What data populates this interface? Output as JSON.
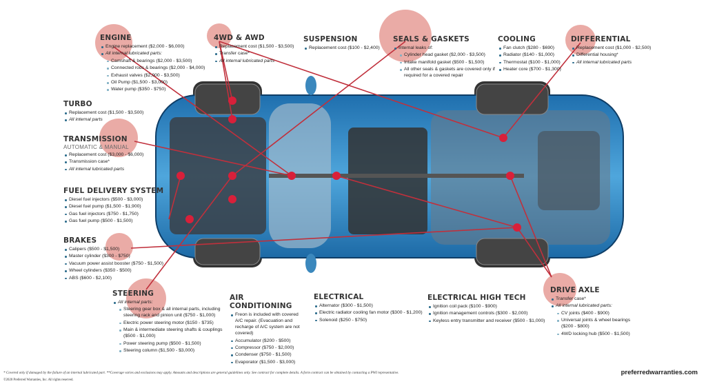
{
  "sections": {
    "engine": {
      "title": "ENGINE",
      "items": [
        {
          "text": "Engine replacement ($2,000 - $6,000)",
          "level": 1
        },
        {
          "text": "All internal lubricated parts:",
          "level": 1,
          "italic": true
        },
        {
          "text": "Camshaft & bearings ($2,000 - $3,500)",
          "level": 2
        },
        {
          "text": "Connected rods & bearings ($2,000 - $4,000)",
          "level": 2
        },
        {
          "text": "Exhaust valves ($2,000 - $3,500)",
          "level": 2
        },
        {
          "text": "Oil Pump ($1,500 - $3,000)",
          "level": 2
        },
        {
          "text": "Water pump ($350 - $750)",
          "level": 2
        }
      ]
    },
    "awd": {
      "title": "4WD & AWD",
      "items": [
        {
          "text": "Replacement cost ($1,500 - $3,500)",
          "level": 1
        },
        {
          "text": "Transfer case*",
          "level": 1
        },
        {
          "text": "All internal lubricated parts",
          "level": 1,
          "italic": true
        }
      ]
    },
    "suspension": {
      "title": "SUSPENSION",
      "items": [
        {
          "text": "Replacement cost ($100 - $2,400)",
          "level": 1
        }
      ]
    },
    "seals": {
      "title": "SEALS & GASKETS",
      "items": [
        {
          "text": "Internal leaks of:",
          "level": 1
        },
        {
          "text": "Cylinder head gasket ($2,000 - $3,500)",
          "level": 2
        },
        {
          "text": "Intake manifold gasket ($500 - $1,500)",
          "level": 2
        },
        {
          "text": "All other seals & gaskets are covered only if required for a covered repair",
          "level": 2,
          "wrap": true
        }
      ]
    },
    "cooling": {
      "title": "COOLING",
      "items": [
        {
          "text": "Fan clutch ($280 - $690)",
          "level": 1
        },
        {
          "text": "Radiator ($140 - $1,000)",
          "level": 1
        },
        {
          "text": "Thermostat ($100 - $1,000)",
          "level": 1
        },
        {
          "text": "Heater core ($700 - $1,300)",
          "level": 1
        }
      ]
    },
    "differential": {
      "title": "DIFFERENTIAL",
      "items": [
        {
          "text": "Replacement cost ($1,000 - $2,500)",
          "level": 1
        },
        {
          "text": "Differential housing*",
          "level": 1
        },
        {
          "text": "All internal lubricated parts",
          "level": 1,
          "italic": true
        }
      ]
    },
    "turbo": {
      "title": "TURBO",
      "items": [
        {
          "text": "Replacement cost ($1,500 - $3,500)",
          "level": 1
        },
        {
          "text": "All internal parts",
          "level": 1,
          "italic": true
        }
      ]
    },
    "transmission": {
      "title": "TRANSMISSION",
      "subtitle": "AUTOMATIC & MANUAL",
      "items": [
        {
          "text": "Replacement cost ($3,000 - $6,000)",
          "level": 1
        },
        {
          "text": "Transmission case*",
          "level": 1
        },
        {
          "text": "All internal lubricated parts",
          "level": 1,
          "italic": true
        }
      ]
    },
    "fuel": {
      "title": "FUEL DELIVERY SYSTEM",
      "items": [
        {
          "text": "Diesel fuel injectors ($500 - $3,000)",
          "level": 1
        },
        {
          "text": "Diesel fuel pump ($1,500 - $1,900)",
          "level": 1
        },
        {
          "text": "Gas fuel injectors ($750 - $1,750)",
          "level": 1
        },
        {
          "text": "Gas fuel pump ($500 - $1,500)",
          "level": 1
        }
      ]
    },
    "brakes": {
      "title": "BRAKES",
      "items": [
        {
          "text": "Calipers ($500 - $1,500)",
          "level": 1
        },
        {
          "text": "Master cylinder ($300 - $750)",
          "level": 1
        },
        {
          "text": "Vacuum power assist booster ($750 - $1,500)",
          "level": 1
        },
        {
          "text": "Wheel cylinders ($350 - $500)",
          "level": 1
        },
        {
          "text": "ABS ($600 - $2,100)",
          "level": 1
        }
      ]
    },
    "steering": {
      "title": "STEERING",
      "items": [
        {
          "text": "All internal parts:",
          "level": 1,
          "italic": true
        },
        {
          "text": "Steering gear box & all internal parts, including steering rack and pinion unit ($750 - $1,000)",
          "level": 2,
          "wrap": true
        },
        {
          "text": "Electric power steering motor ($150 - $735)",
          "level": 2
        },
        {
          "text": "Main & intermediate steering shafts & couplings ($500 - $1,000)",
          "level": 2,
          "wrap": true
        },
        {
          "text": "Power steering pump ($500 - $1,500)",
          "level": 2
        },
        {
          "text": "Steering column ($1,500 - $3,000)",
          "level": 2
        }
      ]
    },
    "ac": {
      "title": "AIR CONDITIONING",
      "items": [
        {
          "text": "Freon is included with covered A/C repair. (Evacuation and recharge of A/C system are not covered)",
          "level": 1,
          "wrap": true
        },
        {
          "text": "Accumulator ($200 - $500)",
          "level": 1
        },
        {
          "text": "Compressor ($750 - $2,000)",
          "level": 1
        },
        {
          "text": "Condenser ($750 - $1,500)",
          "level": 1
        },
        {
          "text": "Evaporator ($1,500 - $3,000)",
          "level": 1
        }
      ]
    },
    "electrical": {
      "title": "ELECTRICAL",
      "items": [
        {
          "text": "Alternator ($300 - $1,500)",
          "level": 1
        },
        {
          "text": "Electric radiator cooling fan motor ($300 - $1,200)",
          "level": 1
        },
        {
          "text": "Solenoid ($250 - $750)",
          "level": 1
        }
      ]
    },
    "hightech": {
      "title": "ELECTRICAL HIGH TECH",
      "items": [
        {
          "text": "Ignition coil pack ($100 - $900)",
          "level": 1
        },
        {
          "text": "Ignition management controls ($300 - $2,000)",
          "level": 1
        },
        {
          "text": "Keyless entry transmitter and receiver ($500 - $1,000)",
          "level": 1
        }
      ]
    },
    "driveaxle": {
      "title": "DRIVE AXLE",
      "items": [
        {
          "text": "Transfer case*",
          "level": 1
        },
        {
          "text": "All internal lubricated parts:",
          "level": 1,
          "italic": true
        },
        {
          "text": "CV joints ($400 - $900)",
          "level": 2
        },
        {
          "text": "Universal joints & wheel bearings ($200 - $800)",
          "level": 2,
          "wrap": true
        },
        {
          "text": "4WD locking hub ($500 - $1,500)",
          "level": 2
        }
      ]
    }
  },
  "footer": {
    "disclaimer": "* Covered only if damaged by the failure of an internal lubricated part. **Coverage varies and exclusions may apply. Amounts and descriptions are general guidelines only. See contract for complete details. A form contract can be obtained by contacting a PWI representative.",
    "copyright": "©2020 Preferred Warranties, Inc. All rights reserved.",
    "website": "preferredwarranties.com"
  },
  "colors": {
    "accent_dot": "#d8203a",
    "highlight_circle": "#e8a29c",
    "car_blue": "#2f86c4",
    "line": "#c0303c"
  }
}
